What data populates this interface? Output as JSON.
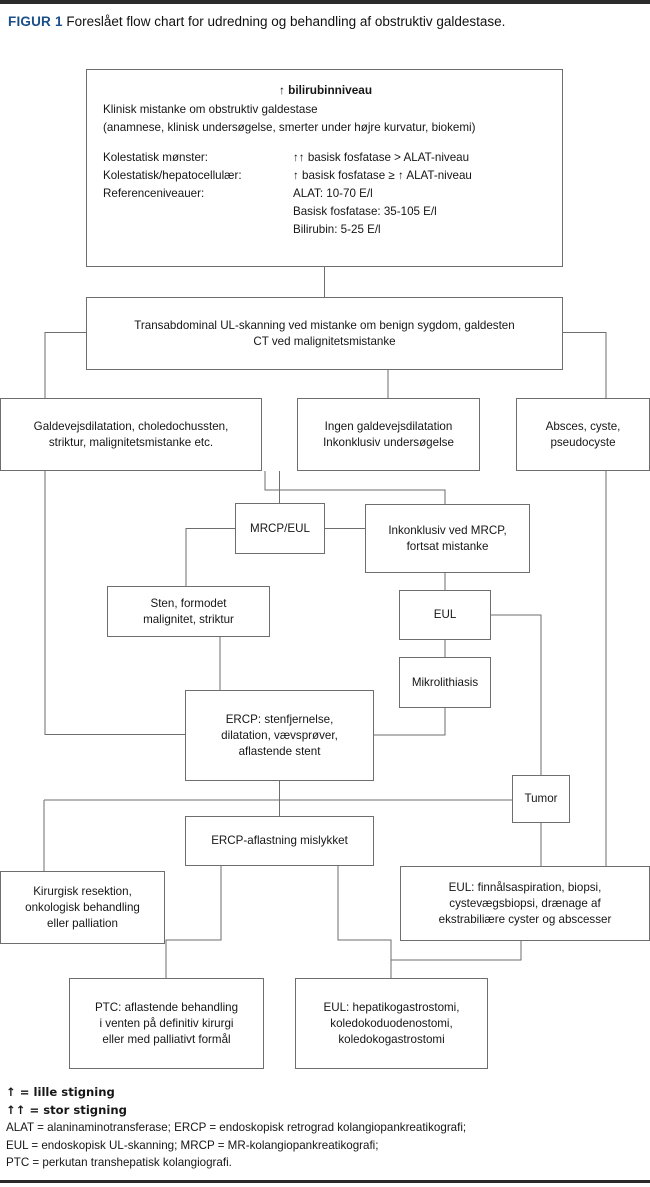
{
  "caption": {
    "figure_label": "FIGUR 1",
    "text": " Foreslået flow chart for udredning og behandling af obstruktiv galdestase.",
    "label_color": "#1b4f8a"
  },
  "chart_data": {
    "type": "diagram",
    "title": "Foreslået flow chart for udredning og behandling af obstruktiv galdestase",
    "nodes": [
      {
        "id": "clinical",
        "header": "↑ bilirubinniveau",
        "lines": [
          "Klinisk mistanke om obstruktiv galdestase",
          "(anamnese, klinisk undersøgelse, smerter under højre kurvatur, biokemi)"
        ],
        "rows": [
          {
            "label": "Kolestatisk mønster:",
            "value": "↑↑ basisk fosfatase > ALAT-niveau"
          },
          {
            "label": "Kolestatisk/hepatocellulær:",
            "value": "↑ basisk fosfatase ≥ ↑ ALAT-niveau"
          },
          {
            "label": "Referenceniveauer:",
            "value": "ALAT: 10-70 E/l"
          },
          {
            "label": "",
            "value": "Basisk fosfatase: 35-105 E/l"
          },
          {
            "label": "",
            "value": "Bilirubin: 5-25 E/l"
          }
        ]
      },
      {
        "id": "ul",
        "lines": [
          "Transabdominal UL-skanning ved mistanke om benign sygdom, galdesten",
          "CT ved malignitetsmistanke"
        ]
      },
      {
        "id": "dilat",
        "lines": [
          "Galdevejsdilatation, choledochussten,",
          "striktur, malignitetsmistanke etc."
        ]
      },
      {
        "id": "ingen",
        "lines": [
          "Ingen galdevejsdilatation",
          "Inkonklusiv undersøgelse"
        ]
      },
      {
        "id": "absces",
        "lines": [
          "Absces, cyste,",
          "pseudocyste"
        ]
      },
      {
        "id": "mrcp",
        "lines": [
          "MRCP/EUL"
        ]
      },
      {
        "id": "inkonk",
        "lines": [
          "Inkonklusiv ved MRCP,",
          "fortsat mistanke"
        ]
      },
      {
        "id": "sten",
        "lines": [
          "Sten, formodet",
          "malignitet, striktur"
        ]
      },
      {
        "id": "eul",
        "lines": [
          "EUL"
        ]
      },
      {
        "id": "mikro",
        "lines": [
          "Mikrolithiasis"
        ]
      },
      {
        "id": "ercp",
        "lines": [
          "ERCP: stenfjernelse,",
          "dilatation, vævsprøver,",
          "aflastende stent"
        ]
      },
      {
        "id": "tumor",
        "lines": [
          "Tumor"
        ]
      },
      {
        "id": "ercpfail",
        "lines": [
          "ERCP-aflastning mislykket"
        ]
      },
      {
        "id": "kirurgisk",
        "lines": [
          "Kirurgisk resektion,",
          "onkologisk behandling",
          "eller palliation"
        ]
      },
      {
        "id": "eulfna",
        "lines": [
          "EUL: finnålsaspiration, biopsi,",
          "cystevægsbiopsi, drænage af",
          "ekstrabiliære cyster og abscesser"
        ]
      },
      {
        "id": "ptc",
        "lines": [
          "PTC: aflastende behandling",
          "i venten på definitiv kirurgi",
          "eller med palliativt formål"
        ]
      },
      {
        "id": "eulhep",
        "lines": [
          "EUL: hepatikogastrostomi,",
          "koledokoduodenostomi,",
          "koledokogastrostomi"
        ]
      }
    ],
    "edges": [
      {
        "from": "clinical",
        "to": "ul"
      },
      {
        "from": "ul",
        "to": "dilat"
      },
      {
        "from": "ul",
        "to": "ingen"
      },
      {
        "from": "ul",
        "to": "absces"
      },
      {
        "from": "ingen",
        "to": "mrcp"
      },
      {
        "from": "ingen",
        "to": "inkonk"
      },
      {
        "from": "mrcp",
        "to": "inkonk"
      },
      {
        "from": "mrcp",
        "to": "sten"
      },
      {
        "from": "inkonk",
        "to": "eul"
      },
      {
        "from": "eul",
        "to": "mikro"
      },
      {
        "from": "eul",
        "to": "tumor"
      },
      {
        "from": "mikro",
        "to": "ercp"
      },
      {
        "from": "sten",
        "to": "ercp"
      },
      {
        "from": "dilat",
        "to": "ercp"
      },
      {
        "from": "ercp",
        "to": "ercpfail"
      },
      {
        "from": "tumor",
        "to": "eulfna"
      },
      {
        "from": "absces",
        "to": "eulfna"
      },
      {
        "from": "tumor",
        "to": "kirurgisk"
      },
      {
        "from": "ercpfail",
        "to": "ptc"
      },
      {
        "from": "ercpfail",
        "to": "eulhep"
      },
      {
        "from": "eulfna",
        "to": "eulhep"
      }
    ],
    "stroke_color": "#6e6e6e",
    "background": "#ffffff"
  },
  "legend": {
    "lines": [
      "↑ = lille stigning",
      "↑↑ = stor stigning",
      "ALAT = alaninaminotransferase; ERCP = endoskopisk retrograd kolangiopankreatikografi;",
      "EUL = endoskopisk UL-skanning; MRCP =  MR-kolangiopankreatikografi;",
      "PTC = perkutan transhepatisk kolangiografi."
    ]
  }
}
